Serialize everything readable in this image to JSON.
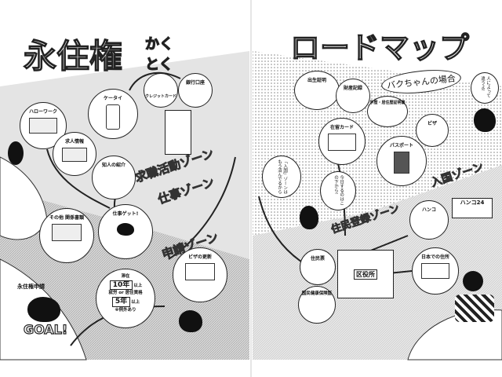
{
  "left_page": {
    "title": "永住権",
    "title_suffix": "かくとく",
    "zones": [
      "求職活動ゾーン",
      "仕事ゾーン",
      "申請ゾーン"
    ],
    "nodes": {
      "hello_work": "ハローワーク",
      "phone": "ケータイ",
      "credit_card": "クレジットカード",
      "bank_account": "銀行口座",
      "job_info": "求人情報",
      "acquaintance": "知人の紹介",
      "job_get": "仕事ゲット!",
      "other_docs": "その他 関係書類",
      "visa_renewal": "ビザの更新",
      "stay_label": "滞在",
      "stay_years": "10年",
      "stay_over": "以上",
      "work_label": "就労 or 居住資格",
      "work_years": "5年",
      "work_over": "以上",
      "exception_note": "※例外あり",
      "pr_application": "永住権申請",
      "goal": "GOAL!"
    }
  },
  "right_page": {
    "title": "ロードマップ",
    "subtitle": "バクちゃんの場合",
    "bubble_varies": "人によって違うよ!",
    "bubble_entry_done": "「入国」ゾーンはもう済んでるから",
    "bubble_today": "今日するのはこの下から!",
    "zones": [
      "入国ゾーン",
      "住民登録ゾーン"
    ],
    "nodes": {
      "birth_cert": "出生証明",
      "property_record": "財産記録",
      "education_cert": "学歴・居住歴証明書",
      "visa": "ビザ",
      "residence_card": "在留カード",
      "passport": "パスポート",
      "hanko": "ハンコ",
      "address": "日本での住所",
      "juminhyo": "住民票",
      "health_insurance": "国民健康保険証",
      "ward_office": "区役所",
      "shop_sign": "ハンコ24"
    }
  }
}
